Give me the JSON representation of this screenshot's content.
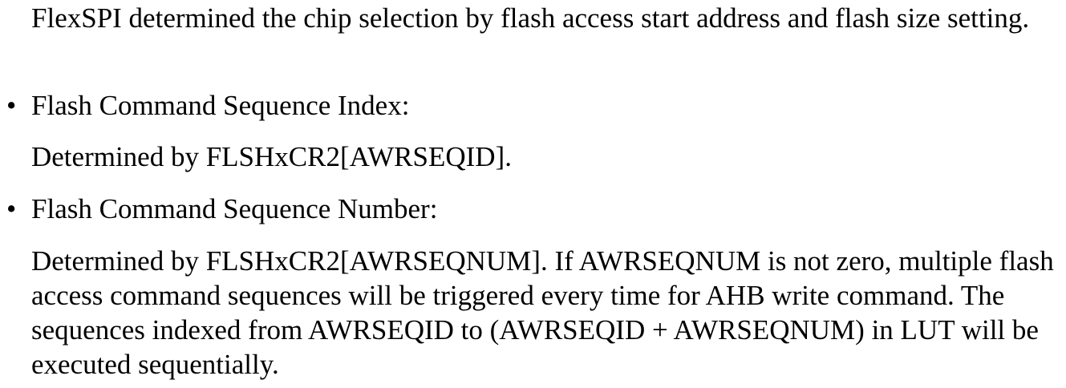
{
  "document": {
    "intro": "FlexSPI determined the chip selection by flash access start address and flash size setting.",
    "bullets": [
      {
        "marker": "•",
        "label": "Flash Command Sequence Index:",
        "description": "Determined by FLSHxCR2[AWRSEQID]."
      },
      {
        "marker": "•",
        "label": "Flash Command Sequence Number:",
        "description": "Determined by FLSHxCR2[AWRSEQNUM]. If AWRSEQNUM is not zero, multiple flash access command sequences will be triggered every time for AHB write command. The sequences indexed from AWRSEQID to (AWRSEQID + AWRSEQNUM) in LUT will be executed sequentially."
      }
    ]
  }
}
